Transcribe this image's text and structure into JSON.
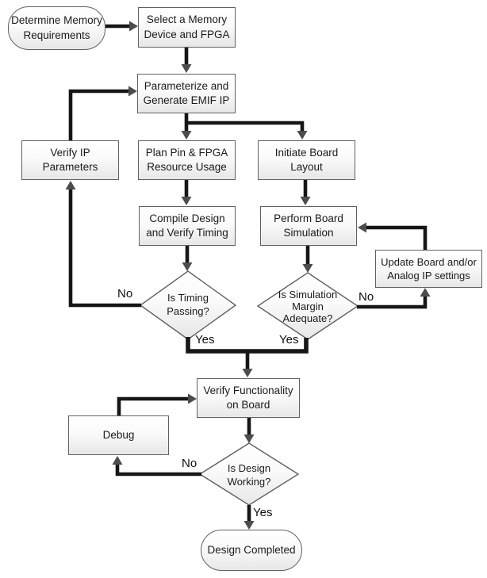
{
  "diagram": {
    "type": "flowchart",
    "nodes": [
      {
        "id": "determine-memory",
        "type": "terminator",
        "label": "Determine Memory\nRequirements"
      },
      {
        "id": "select-memory-device",
        "type": "process",
        "label": "Select a Memory\nDevice and FPGA"
      },
      {
        "id": "parameterize-generate-emif",
        "type": "process",
        "label": "Parameterize and\nGenerate EMIF IP"
      },
      {
        "id": "verify-ip-parameters",
        "type": "process",
        "label": "Verify IP\nParameters"
      },
      {
        "id": "plan-pin-fpga",
        "type": "process",
        "label": "Plan Pin & FPGA\nResource Usage"
      },
      {
        "id": "initiate-board-layout",
        "type": "process",
        "label": "Initiate Board\nLayout"
      },
      {
        "id": "compile-design",
        "type": "process",
        "label": "Compile Design\nand Verify Timing"
      },
      {
        "id": "perform-board-simulation",
        "type": "process",
        "label": "Perform Board\nSimulation"
      },
      {
        "id": "update-board-analog-ip",
        "type": "process",
        "label": "Update Board and/or\nAnalog IP settings"
      },
      {
        "id": "is-timing-passing",
        "type": "decision",
        "label": "Is Timing\nPassing?"
      },
      {
        "id": "is-simulation-margin-adequate",
        "type": "decision",
        "label": "Is Simulation\nMargin\nAdequate?"
      },
      {
        "id": "verify-functionality-on-board",
        "type": "process",
        "label": "Verify Functionality\non Board"
      },
      {
        "id": "debug",
        "type": "process",
        "label": "Debug"
      },
      {
        "id": "is-design-working",
        "type": "decision",
        "label": "Is Design\nWorking?"
      },
      {
        "id": "design-completed",
        "type": "terminator",
        "label": "Design Completed"
      }
    ],
    "edge_labels": [
      {
        "id": "timing-no",
        "text": "No"
      },
      {
        "id": "timing-yes",
        "text": "Yes"
      },
      {
        "id": "sim-no",
        "text": "No"
      },
      {
        "id": "sim-yes",
        "text": "Yes"
      },
      {
        "id": "design-no",
        "text": "No"
      },
      {
        "id": "design-yes",
        "text": "Yes"
      }
    ],
    "edges": [
      {
        "from": "determine-memory",
        "to": "select-memory-device"
      },
      {
        "from": "select-memory-device",
        "to": "parameterize-generate-emif"
      },
      {
        "from": "parameterize-generate-emif",
        "to": "plan-pin-fpga"
      },
      {
        "from": "parameterize-generate-emif",
        "to": "initiate-board-layout"
      },
      {
        "from": "plan-pin-fpga",
        "to": "compile-design"
      },
      {
        "from": "initiate-board-layout",
        "to": "perform-board-simulation"
      },
      {
        "from": "compile-design",
        "to": "is-timing-passing"
      },
      {
        "from": "perform-board-simulation",
        "to": "is-simulation-margin-adequate"
      },
      {
        "from": "is-timing-passing",
        "to": "verify-ip-parameters",
        "label": "No"
      },
      {
        "from": "verify-ip-parameters",
        "to": "parameterize-generate-emif"
      },
      {
        "from": "is-timing-passing",
        "to": "verify-functionality-on-board",
        "label": "Yes"
      },
      {
        "from": "is-simulation-margin-adequate",
        "to": "verify-functionality-on-board",
        "label": "Yes"
      },
      {
        "from": "is-simulation-margin-adequate",
        "to": "update-board-analog-ip",
        "label": "No"
      },
      {
        "from": "update-board-analog-ip",
        "to": "perform-board-simulation"
      },
      {
        "from": "verify-functionality-on-board",
        "to": "is-design-working"
      },
      {
        "from": "is-design-working",
        "to": "debug",
        "label": "No"
      },
      {
        "from": "debug",
        "to": "verify-functionality-on-board"
      },
      {
        "from": "is-design-working",
        "to": "design-completed",
        "label": "Yes"
      }
    ],
    "colors": {
      "line": "#161616",
      "arrowhead": "#4c4c4c",
      "node_border": "#616163",
      "node_fill_top": "#ffffff",
      "node_fill_bottom": "#e7e7e7",
      "text": "#1b1b1b",
      "background": "#ffffff"
    }
  }
}
